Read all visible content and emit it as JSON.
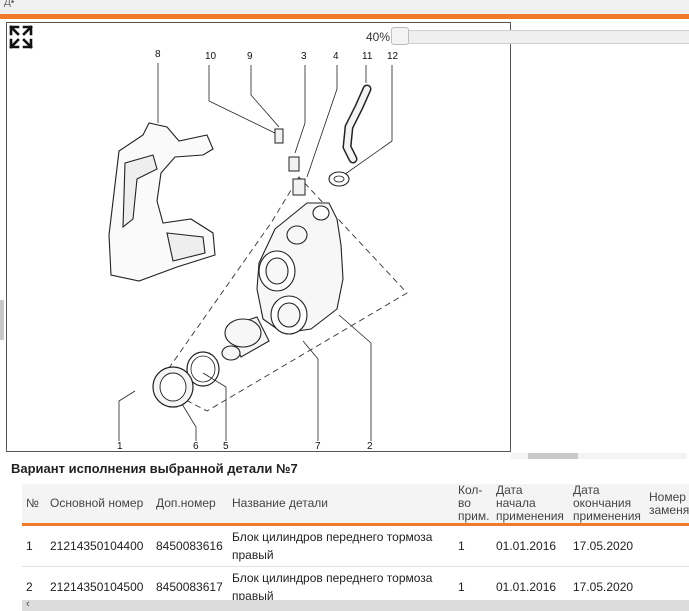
{
  "topbar": {
    "crumb": "Д•"
  },
  "zoom": {
    "label": "40%",
    "level_percent": 40
  },
  "diagram": {
    "callouts": [
      "8",
      "10",
      "9",
      "3",
      "4",
      "11",
      "12",
      "1",
      "6",
      "5",
      "7",
      "2"
    ]
  },
  "variant": {
    "title": "Вариант исполнения выбранной детали №7"
  },
  "table": {
    "headers": {
      "num": "№",
      "main_number": "Основной номер",
      "extra_number": "Доп.номер",
      "part_name": "Название детали",
      "qty": "Кол-во прим.",
      "start_date": "Дата начала применения",
      "end_date": "Дата окончания применения",
      "replacement": "Номер заменяющей"
    },
    "rows": [
      {
        "num": "1",
        "main_number": "21214350104400",
        "extra_number": "8450083616",
        "part_name": "Блок цилиндров переднего тормоза правый",
        "qty": "1",
        "start_date": "01.01.2016",
        "end_date": "17.05.2020",
        "replacement": ""
      },
      {
        "num": "2",
        "main_number": "21214350104500",
        "extra_number": "8450083617",
        "part_name": "Блок цилиндров переднего тормоза правый",
        "qty": "1",
        "start_date": "01.01.2016",
        "end_date": "17.05.2020",
        "replacement": ""
      }
    ]
  },
  "colors": {
    "accent": "#f07a28"
  }
}
